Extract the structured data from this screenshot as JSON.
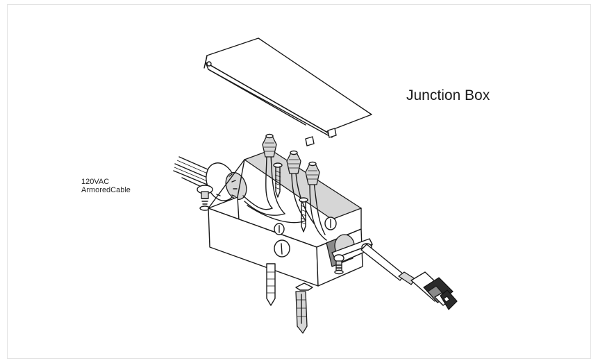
{
  "diagram": {
    "title": "Junction Box",
    "cable_label_line1": "120VAC",
    "cable_label_line2": "ArmoredCable"
  },
  "colors": {
    "line": "#1a1a1a",
    "metal_shade": "#d6d6d6",
    "connector": "#2a2a2a",
    "frame_border": "#e3e3e3"
  }
}
